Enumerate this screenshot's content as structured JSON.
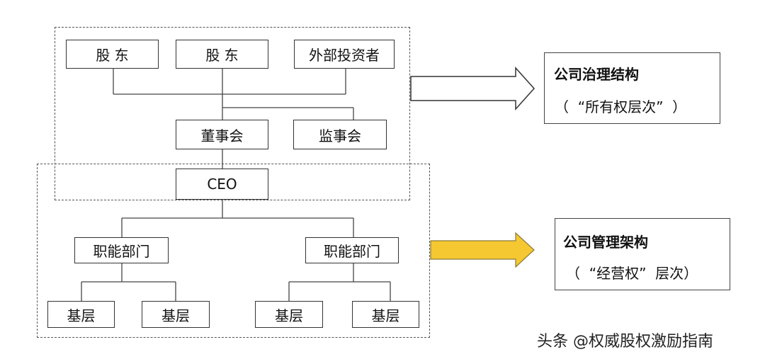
{
  "top": {
    "shareholder_1": "股 东",
    "shareholder_2": "股 东",
    "investors": "外部投资者",
    "board": "董事会",
    "supervisors": "监事会"
  },
  "bottom": {
    "ceo": "CEO",
    "dept_left": "职能部门",
    "dept_right": "职能部门",
    "base_1": "基层",
    "base_2": "基层",
    "base_3": "基层",
    "base_4": "基层"
  },
  "governance": {
    "title": "公司治理结构",
    "subtitle": "（  “所有权层次”  ）"
  },
  "management": {
    "title": "公司管理架构",
    "subtitle": "（  “经营权”  层次）"
  },
  "watermark": "头条 @权威股权激励指南",
  "colors": {
    "arrow_white": "#ffffff",
    "arrow_yellow": "#f5c832",
    "line": "#444444"
  }
}
